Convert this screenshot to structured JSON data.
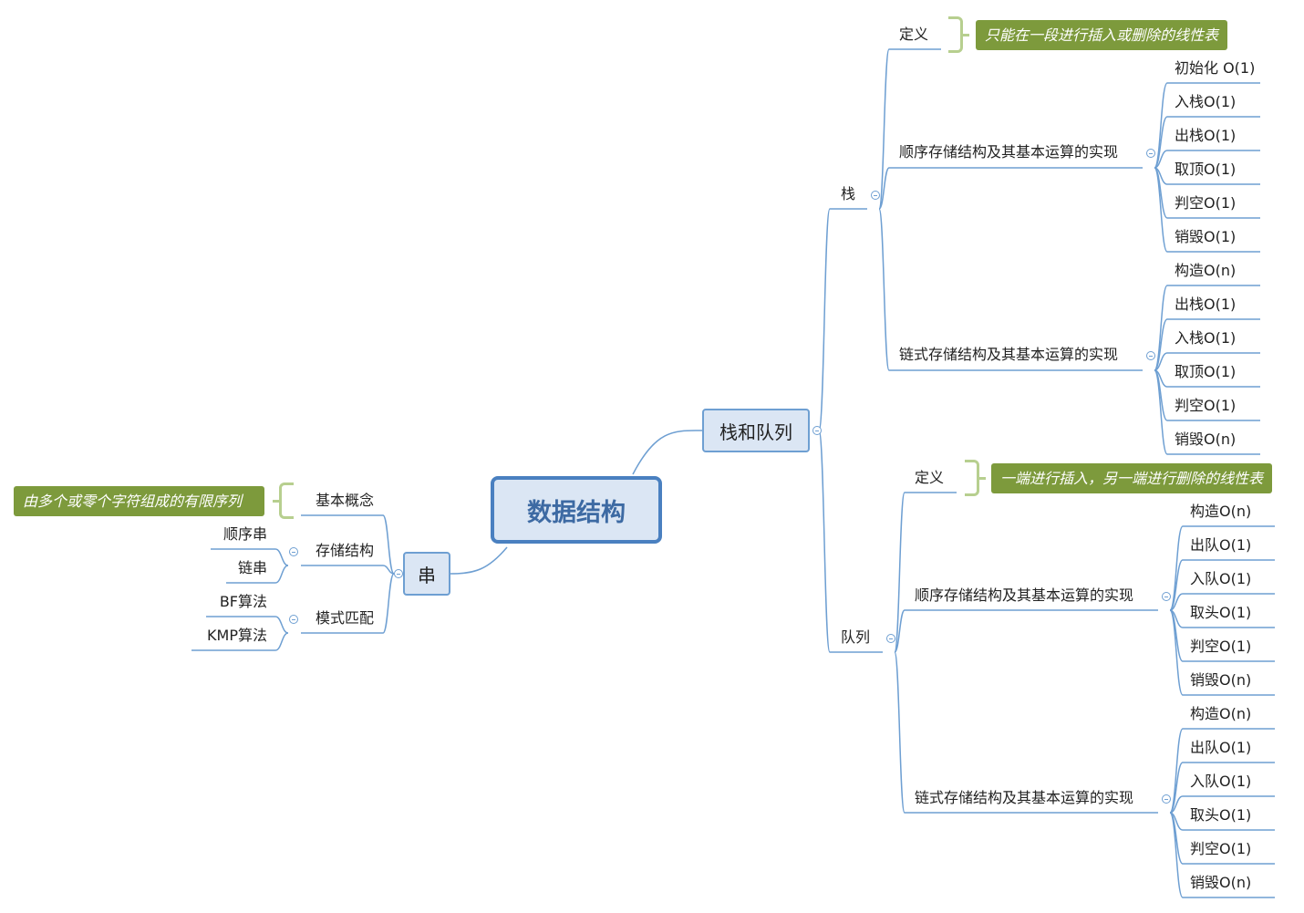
{
  "root": "数据结构",
  "stack_queue": {
    "title": "栈和队列",
    "stack": {
      "title": "栈",
      "def_label": "定义",
      "def_note": "只能在一段进行插入或删除的线性表",
      "seq": {
        "title": "顺序存储结构及其基本运算的实现",
        "ops": [
          "初始化 O(1)",
          "入栈O(1)",
          "出栈O(1)",
          "取顶O(1)",
          "判空O(1)",
          "销毁O(1)"
        ]
      },
      "link": {
        "title": "链式存储结构及其基本运算的实现",
        "ops": [
          "构造O(n)",
          "出栈O(1)",
          "入栈O(1)",
          "取顶O(1)",
          "判空O(1)",
          "销毁O(n)"
        ]
      }
    },
    "queue": {
      "title": "队列",
      "def_label": "定义",
      "def_note": "一端进行插入，另一端进行删除的线性表",
      "seq": {
        "title": "顺序存储结构及其基本运算的实现",
        "ops": [
          "构造O(n)",
          "出队O(1)",
          "入队O(1)",
          "取头O(1)",
          "判空O(1)",
          "销毁O(n)"
        ]
      },
      "link": {
        "title": "链式存储结构及其基本运算的实现",
        "ops": [
          "构造O(n)",
          "出队O(1)",
          "入队O(1)",
          "取头O(1)",
          "判空O(1)",
          "销毁O(n)"
        ]
      }
    }
  },
  "string": {
    "title": "串",
    "basic": {
      "label": "基本概念",
      "note": "由多个或零个字符组成的有限序列"
    },
    "storage": {
      "label": "存储结构",
      "items": [
        "顺序串",
        "链串"
      ]
    },
    "match": {
      "label": "模式匹配",
      "items": [
        "BF算法",
        "KMP算法"
      ]
    }
  },
  "colors": {
    "line": "#6e9fd2",
    "node_fill": "#dbe6f4",
    "root_border": "#4a80c0",
    "callout": "#7d9a3c",
    "brace": "#b7cf8f"
  }
}
